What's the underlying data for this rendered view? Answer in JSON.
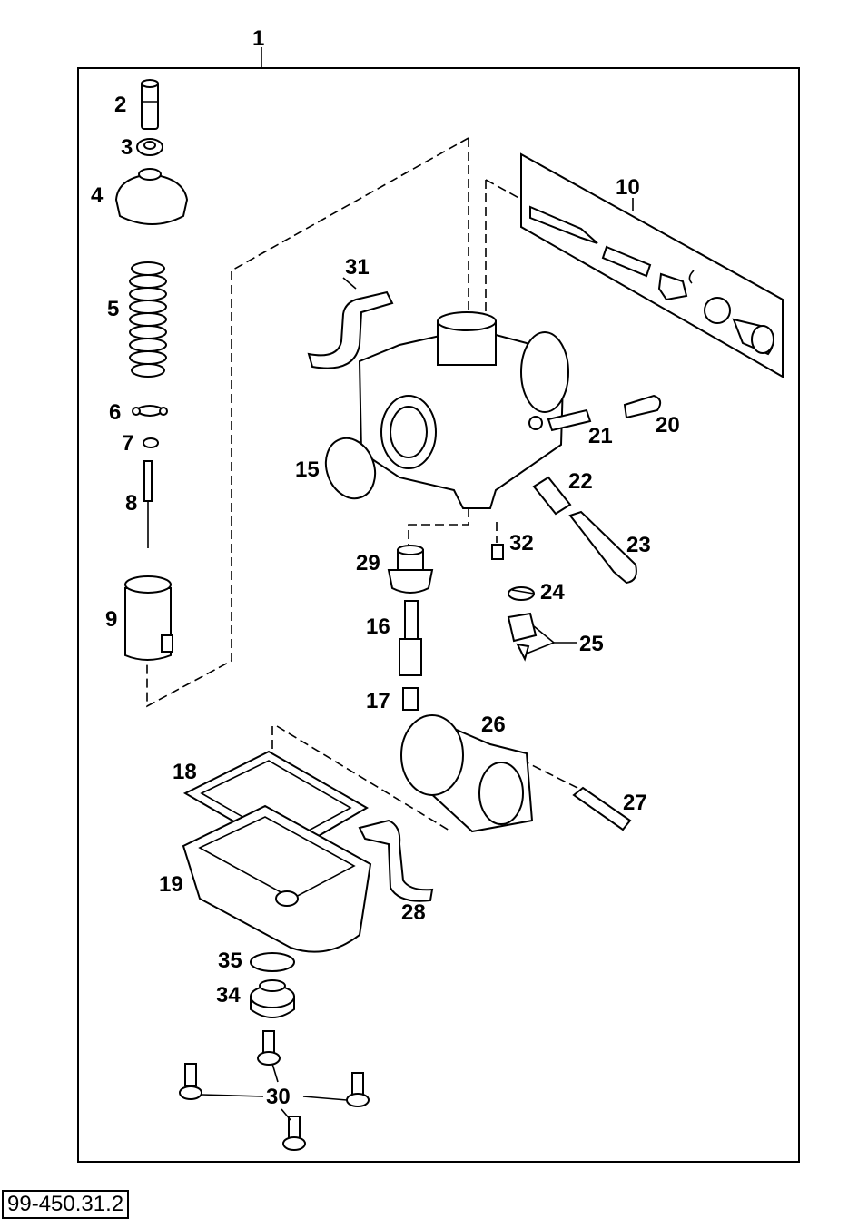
{
  "diagram": {
    "assembly_label": "1",
    "part_code": "99-450.31.2",
    "parts": [
      {
        "id": "p1",
        "label": "1"
      },
      {
        "id": "p2",
        "label": "2"
      },
      {
        "id": "p3",
        "label": "3"
      },
      {
        "id": "p4",
        "label": "4"
      },
      {
        "id": "p5",
        "label": "5"
      },
      {
        "id": "p6",
        "label": "6"
      },
      {
        "id": "p7",
        "label": "7"
      },
      {
        "id": "p8",
        "label": "8"
      },
      {
        "id": "p9",
        "label": "9"
      },
      {
        "id": "p10",
        "label": "10"
      },
      {
        "id": "p15",
        "label": "15"
      },
      {
        "id": "p16",
        "label": "16"
      },
      {
        "id": "p17",
        "label": "17"
      },
      {
        "id": "p18",
        "label": "18"
      },
      {
        "id": "p19",
        "label": "19"
      },
      {
        "id": "p20",
        "label": "20"
      },
      {
        "id": "p21",
        "label": "21"
      },
      {
        "id": "p22",
        "label": "22"
      },
      {
        "id": "p23",
        "label": "23"
      },
      {
        "id": "p24",
        "label": "24"
      },
      {
        "id": "p25",
        "label": "25"
      },
      {
        "id": "p26",
        "label": "26"
      },
      {
        "id": "p27",
        "label": "27"
      },
      {
        "id": "p28",
        "label": "28"
      },
      {
        "id": "p29",
        "label": "29"
      },
      {
        "id": "p30",
        "label": "30"
      },
      {
        "id": "p31",
        "label": "31"
      },
      {
        "id": "p32",
        "label": "32"
      },
      {
        "id": "p34",
        "label": "34"
      },
      {
        "id": "p35",
        "label": "35"
      }
    ]
  }
}
